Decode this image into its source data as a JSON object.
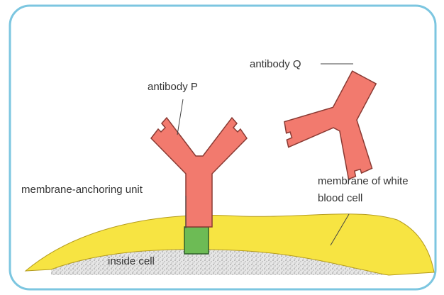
{
  "labels": {
    "antibody_p": "antibody P",
    "antibody_q": "antibody Q",
    "anchoring_unit": "membrane-anchoring unit",
    "membrane_line1": "membrane of white",
    "membrane_line2": "blood cell",
    "inside_cell": "inside cell"
  },
  "colors": {
    "frame_border": "#7cc6e0",
    "antibody": "#f27a6e",
    "antibody_outline": "#8a3a33",
    "membrane": "#f7e442",
    "anchor": "#6dbb55",
    "cytoplasm": "#dcdcdc"
  }
}
